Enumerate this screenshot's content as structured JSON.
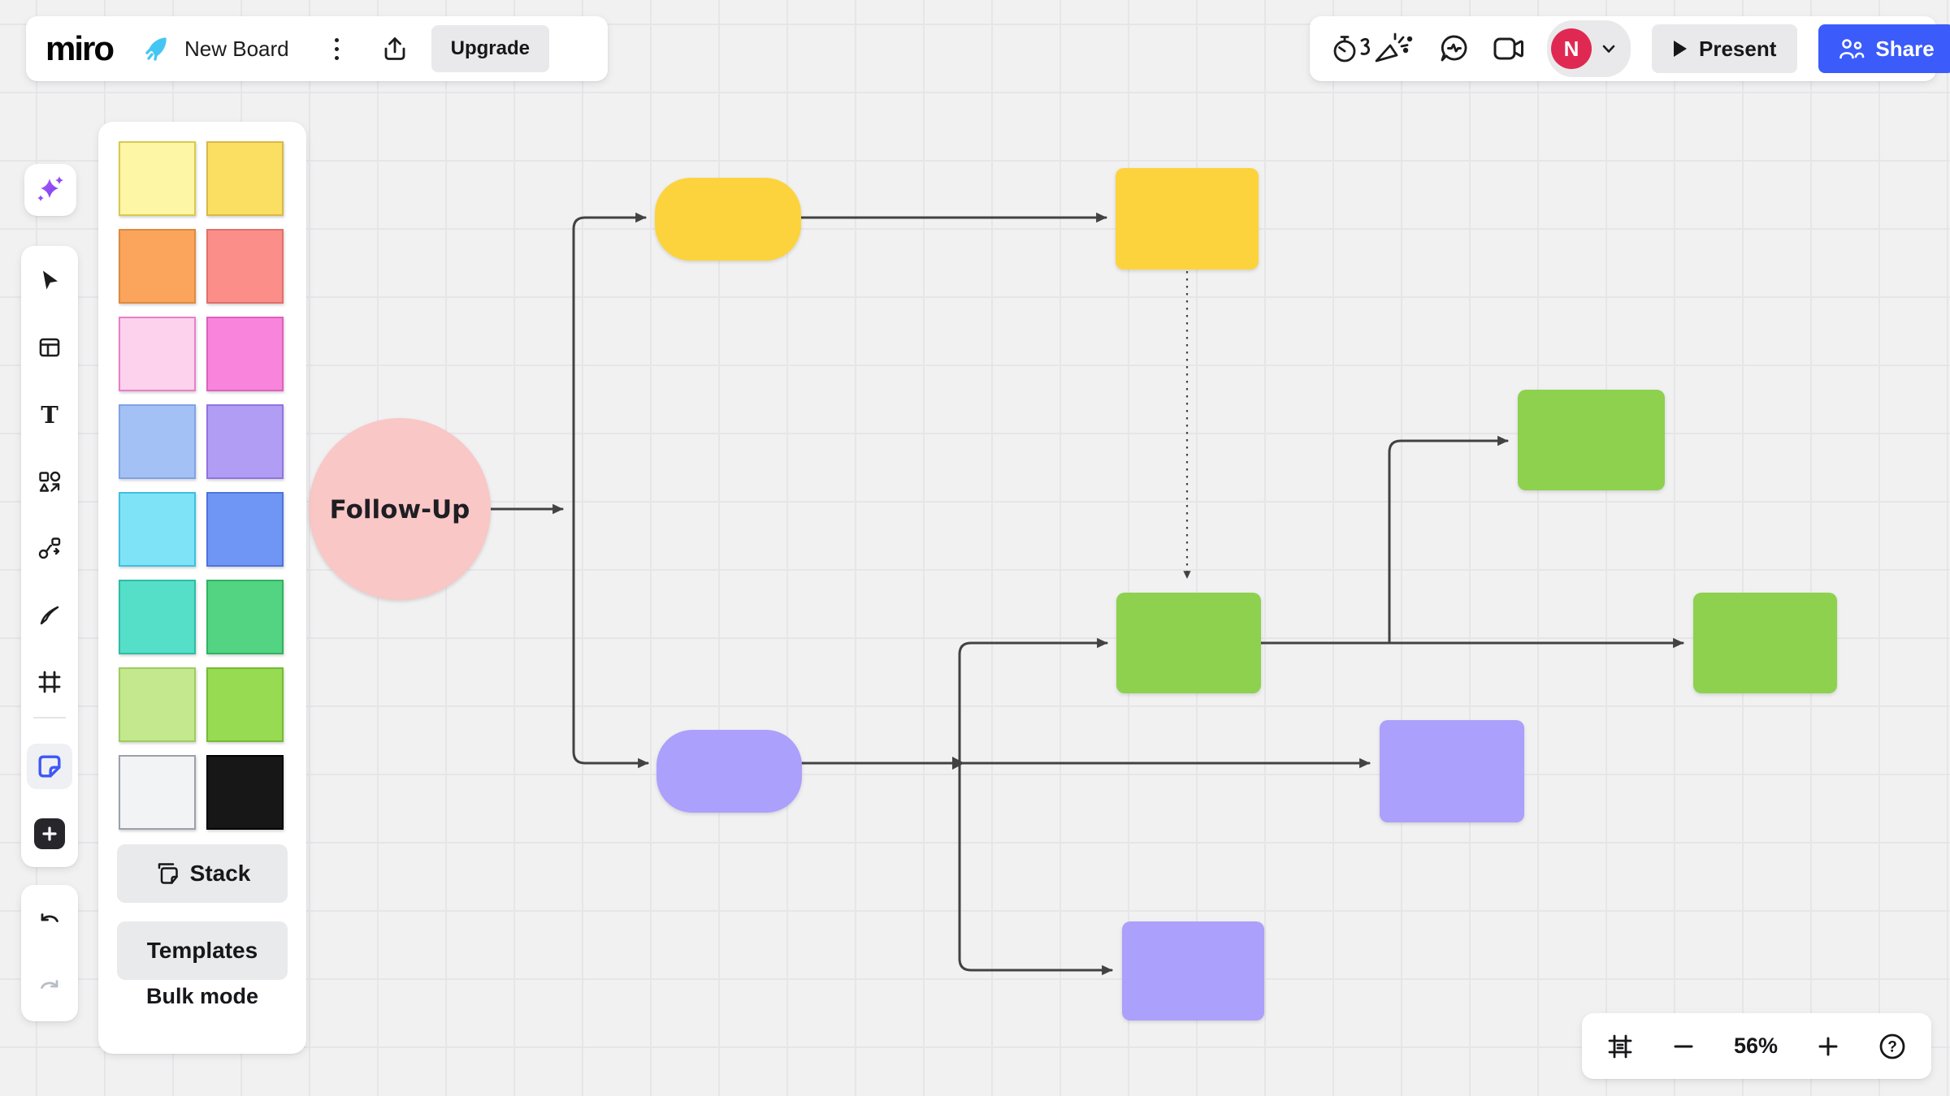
{
  "header": {
    "logo": "miro",
    "board_name": "New Board",
    "upgrade_label": "Upgrade",
    "present_label": "Present",
    "share_label": "Share",
    "avatar_initial": "N"
  },
  "palette": {
    "swatches": [
      {
        "name": "light-yellow",
        "fill": "#fdf6a5",
        "border": "#d8c94f"
      },
      {
        "name": "yellow",
        "fill": "#fbdf62",
        "border": "#d9b84a"
      },
      {
        "name": "orange",
        "fill": "#fba45c",
        "border": "#de8b3f"
      },
      {
        "name": "salmon",
        "fill": "#fb8e89",
        "border": "#e0706b"
      },
      {
        "name": "light-pink",
        "fill": "#fcd2ec",
        "border": "#e87fc8"
      },
      {
        "name": "pink",
        "fill": "#f884dc",
        "border": "#de60bb"
      },
      {
        "name": "light-blue",
        "fill": "#a3c1f5",
        "border": "#7fa3e5"
      },
      {
        "name": "purple",
        "fill": "#b29df4",
        "border": "#9173e2"
      },
      {
        "name": "cyan",
        "fill": "#7fe3f7",
        "border": "#3fc0df"
      },
      {
        "name": "blue",
        "fill": "#6f96f4",
        "border": "#4f73de"
      },
      {
        "name": "teal",
        "fill": "#55dfc9",
        "border": "#2ebca6"
      },
      {
        "name": "green",
        "fill": "#52d483",
        "border": "#32b261"
      },
      {
        "name": "light-green",
        "fill": "#c3e88d",
        "border": "#9fcb61"
      },
      {
        "name": "lime",
        "fill": "#97db53",
        "border": "#74bb34"
      },
      {
        "name": "white",
        "fill": "#f2f3f5",
        "border": "#9ba1aa"
      },
      {
        "name": "black",
        "fill": "#171717",
        "border": "#000000"
      }
    ],
    "stack_label": "Stack",
    "templates_label": "Templates",
    "bulk_mode_label": "Bulk mode"
  },
  "zoom_controls": {
    "zoom_level": "56%"
  },
  "canvas": {
    "node_label": "Follow-Up",
    "colors": {
      "pink": "#f9c7c6",
      "yellow": "#fcd33c",
      "green": "#8dd14f",
      "purple": "#aba0fb",
      "connector": "#424242",
      "label": "#1e1e23"
    }
  },
  "accent_colors": {
    "share_blue": "#3b5bfb",
    "sticky_blue": "#3f57f6",
    "avatar_red": "#e02952",
    "rocket_cyan": "#45c6f2",
    "ai_purple_start": "#a95ef6",
    "ai_purple_end": "#7a3bf0"
  }
}
